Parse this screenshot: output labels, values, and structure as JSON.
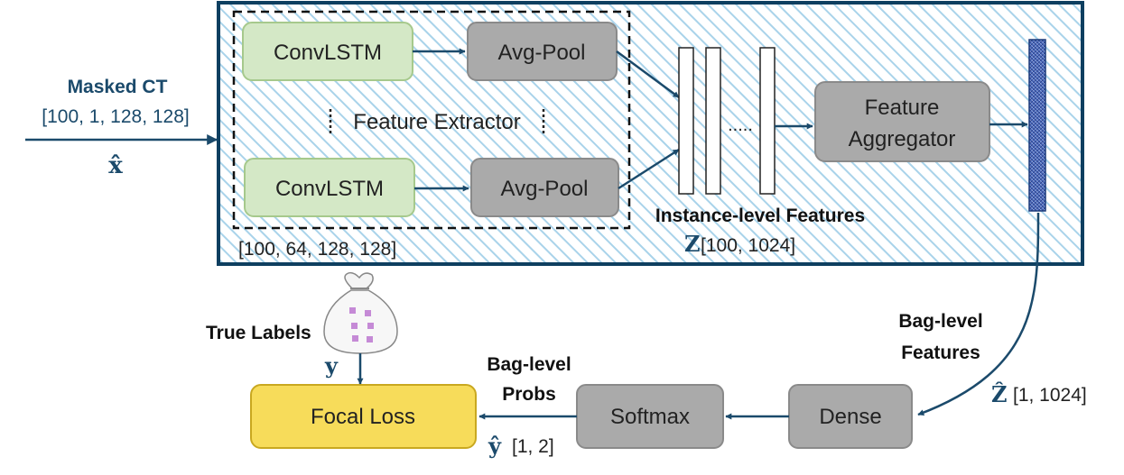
{
  "input": {
    "title": "Masked CT",
    "shape": "[100, 1, 128, 128]",
    "symbol": "x̂"
  },
  "feature_extractor": {
    "label": "Feature Extractor",
    "shape": "[100, 64, 128, 128]",
    "branches": [
      {
        "conv": "ConvLSTM",
        "pool": "Avg-Pool"
      },
      {
        "conv": "ConvLSTM",
        "pool": "Avg-Pool"
      }
    ]
  },
  "instance_features": {
    "title": "Instance-level Features",
    "symbol": "Z",
    "shape": "[100, 1024]",
    "ellipsis": "....."
  },
  "aggregator": {
    "line1": "Feature",
    "line2": "Aggregator"
  },
  "bag_features": {
    "line1": "Bag-level",
    "line2": "Features",
    "symbol": "Ẑ",
    "shape": "[1, 1024]"
  },
  "dense": {
    "label": "Dense"
  },
  "softmax": {
    "label": "Softmax"
  },
  "bag_probs": {
    "line1": "Bag-level",
    "line2": "Probs",
    "symbol": "ŷ",
    "shape": "[1, 2]"
  },
  "loss": {
    "label": "Focal Loss"
  },
  "true_labels": {
    "label": "True Labels",
    "symbol": "y"
  },
  "colors": {
    "navy": "#1b4a6b",
    "main_border": "#0e3f60",
    "hatch": "#a9d3ea",
    "conv_fill": "#d4e8c6",
    "conv_stroke": "#a6c98c",
    "gray_fill": "#aaaaaa",
    "gray_stroke": "#8a8a8a",
    "loss_fill": "#f7dc5a",
    "loss_stroke": "#c9a820",
    "vector_fill": "#4666b8"
  }
}
